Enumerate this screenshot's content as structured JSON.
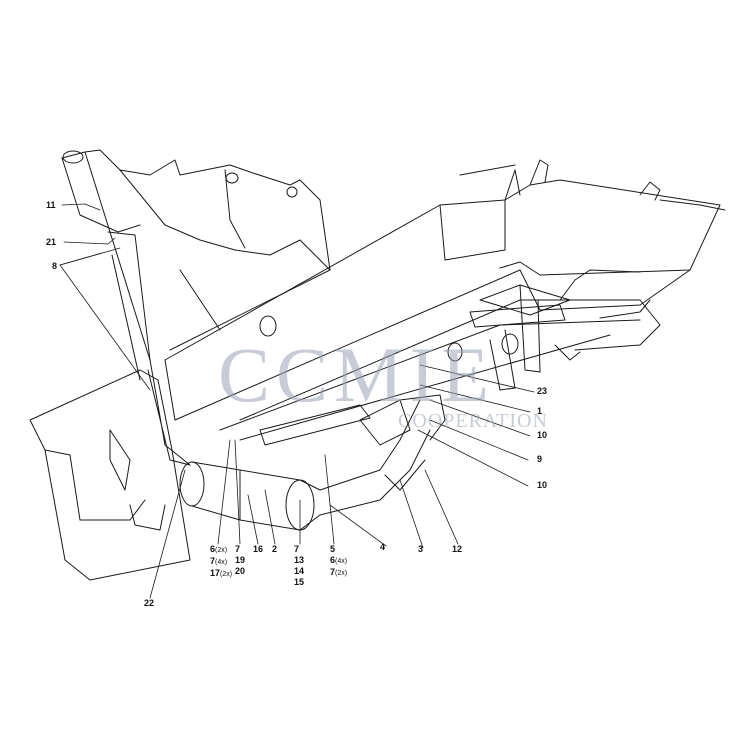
{
  "watermark": {
    "main": "CCMIE",
    "sub": "COOPERATION",
    "accent_color": "#e8a43a",
    "text_color": "#9aa3b5"
  },
  "callouts": {
    "c1": "1",
    "c2": "2",
    "c3": "3",
    "c4": "4",
    "c5": "5",
    "c8": "8",
    "c9": "9",
    "c10a": "10",
    "c10b": "10",
    "c11": "11",
    "c12": "12",
    "c16": "16",
    "c21": "21",
    "c22": "22",
    "c23": "23",
    "grp_a": {
      "r1n": "6",
      "r1q": "(2x)",
      "r2n": "7",
      "r2q": "(4x)",
      "r3n": "17",
      "r3q": "(2x)"
    },
    "grp_b": {
      "r1": "7",
      "r2": "19",
      "r3": "20"
    },
    "grp_c": {
      "r1": "7",
      "r2": "13",
      "r3": "14",
      "r4": "15"
    },
    "grp_d": {
      "r1n": "5",
      "r2n": "6",
      "r2q": "(4x)",
      "r3n": "7",
      "r3q": "(2x)"
    }
  }
}
